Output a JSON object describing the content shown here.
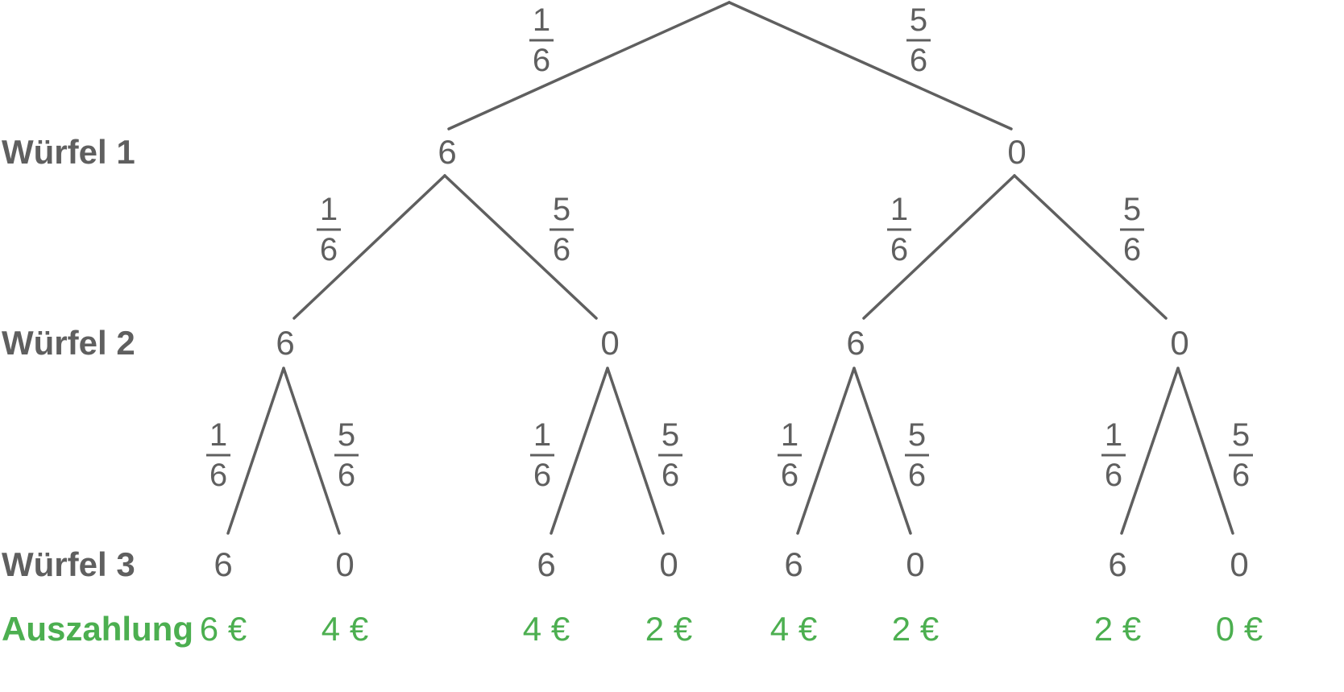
{
  "colors": {
    "line": "#5f5f5f",
    "text": "#5f5f5f",
    "payout": "#4caf50"
  },
  "row_labels": {
    "wuerfel1": "Würfel 1",
    "wuerfel2": "Würfel 2",
    "wuerfel3": "Würfel 3",
    "auszahlung": "Auszahlung"
  },
  "probabilities": {
    "six": {
      "numerator": "1",
      "denominator": "6"
    },
    "not_six": {
      "numerator": "5",
      "denominator": "6"
    }
  },
  "level1": [
    "6",
    "0"
  ],
  "level2": [
    "6",
    "0",
    "6",
    "0"
  ],
  "level3": [
    "6",
    "0",
    "6",
    "0",
    "6",
    "0",
    "6",
    "0"
  ],
  "payouts": [
    "6 €",
    "4 €",
    "4 €",
    "2 €",
    "4 €",
    "2 €",
    "2 €",
    "0 €"
  ]
}
